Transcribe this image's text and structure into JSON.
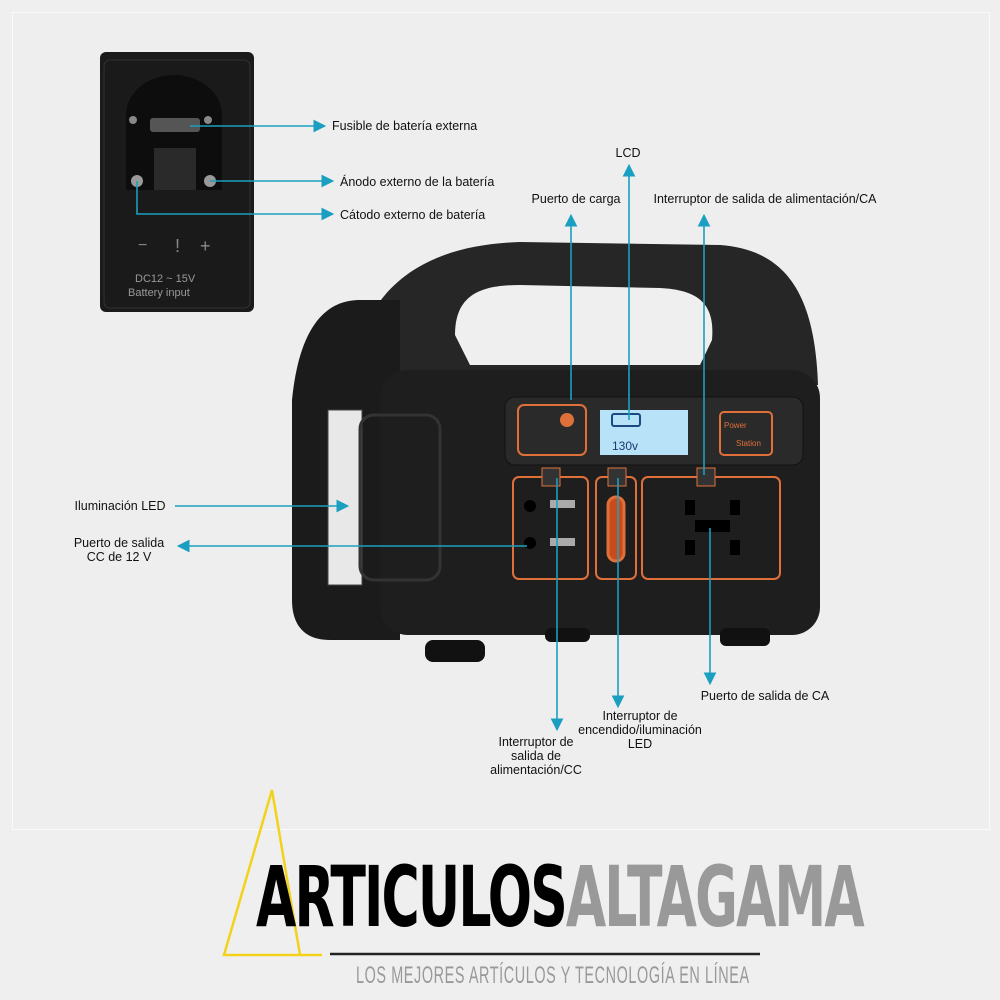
{
  "labels": {
    "fuse": "Fusible de batería externa",
    "anode": "Ánodo externo de la batería",
    "cathode": "Cátodo externo de batería",
    "lcd": "LCD",
    "charge_port": "Puerto de carga",
    "ac_switch": "Interruptor de salida de alimentación/CA",
    "led_light": "Iluminación LED",
    "dc_port_1": "Puerto de salida",
    "dc_port_2": "CC de 12 V",
    "dc_switch_1": "Interruptor de",
    "dc_switch_2": "salida de",
    "dc_switch_3": "alimentación/CC",
    "power_switch_1": "Interruptor de",
    "power_switch_2": "encendido/iluminación",
    "power_switch_3": "LED",
    "ac_port": "Puerto de salida de CA"
  },
  "device": {
    "battery_panel_1": "DC12 ~ 15V",
    "battery_panel_2": "Battery input",
    "lcd_reading": "130v",
    "brand_1": "Power",
    "brand_2": "Station"
  },
  "logo": {
    "part1": "ARTICULOS",
    "part2": "ALTAGAMA",
    "tagline": "LOS MEJORES ARTÍCULOS Y TECNOLOGÍA EN LÍNEA"
  },
  "colors": {
    "arrow": "#1a9fc0",
    "accent": "#e0703a",
    "body": "#1e1e1e",
    "logo_triangle": "#f2d21b"
  }
}
